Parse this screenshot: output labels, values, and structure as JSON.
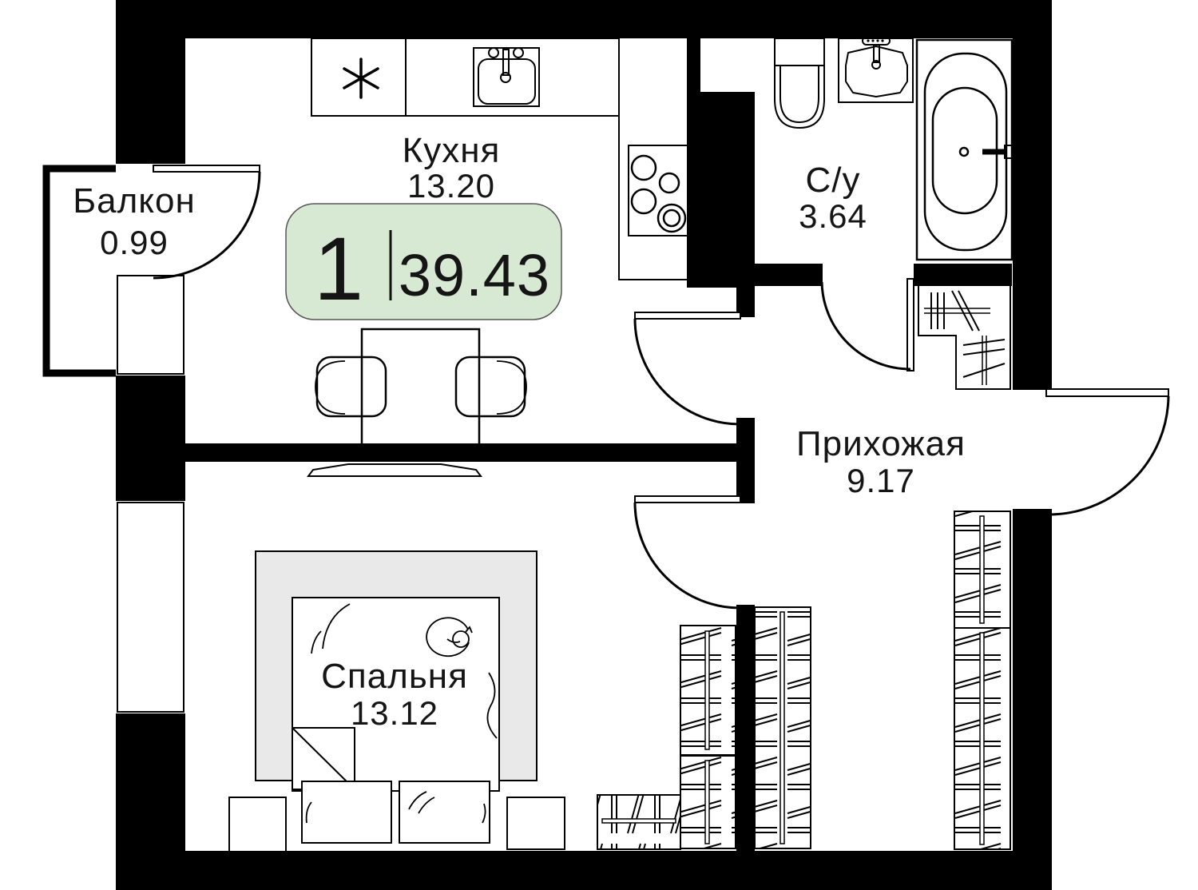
{
  "badge": {
    "rooms": "1",
    "area": "39.43"
  },
  "rooms": {
    "kitchen": {
      "name": "Кухня",
      "area": "13.20"
    },
    "balcony": {
      "name": "Балкон",
      "area": "0.99"
    },
    "bathroom": {
      "name": "С/у",
      "area": "3.64"
    },
    "hallway": {
      "name": "Прихожая",
      "area": "9.17"
    },
    "bedroom": {
      "name": "Спальня",
      "area": "13.12"
    }
  },
  "colors": {
    "badge_bg": "#d7e9d2",
    "badge_border": "#555555",
    "wall": "#000000",
    "bed_accent": "#e9e9e9"
  }
}
